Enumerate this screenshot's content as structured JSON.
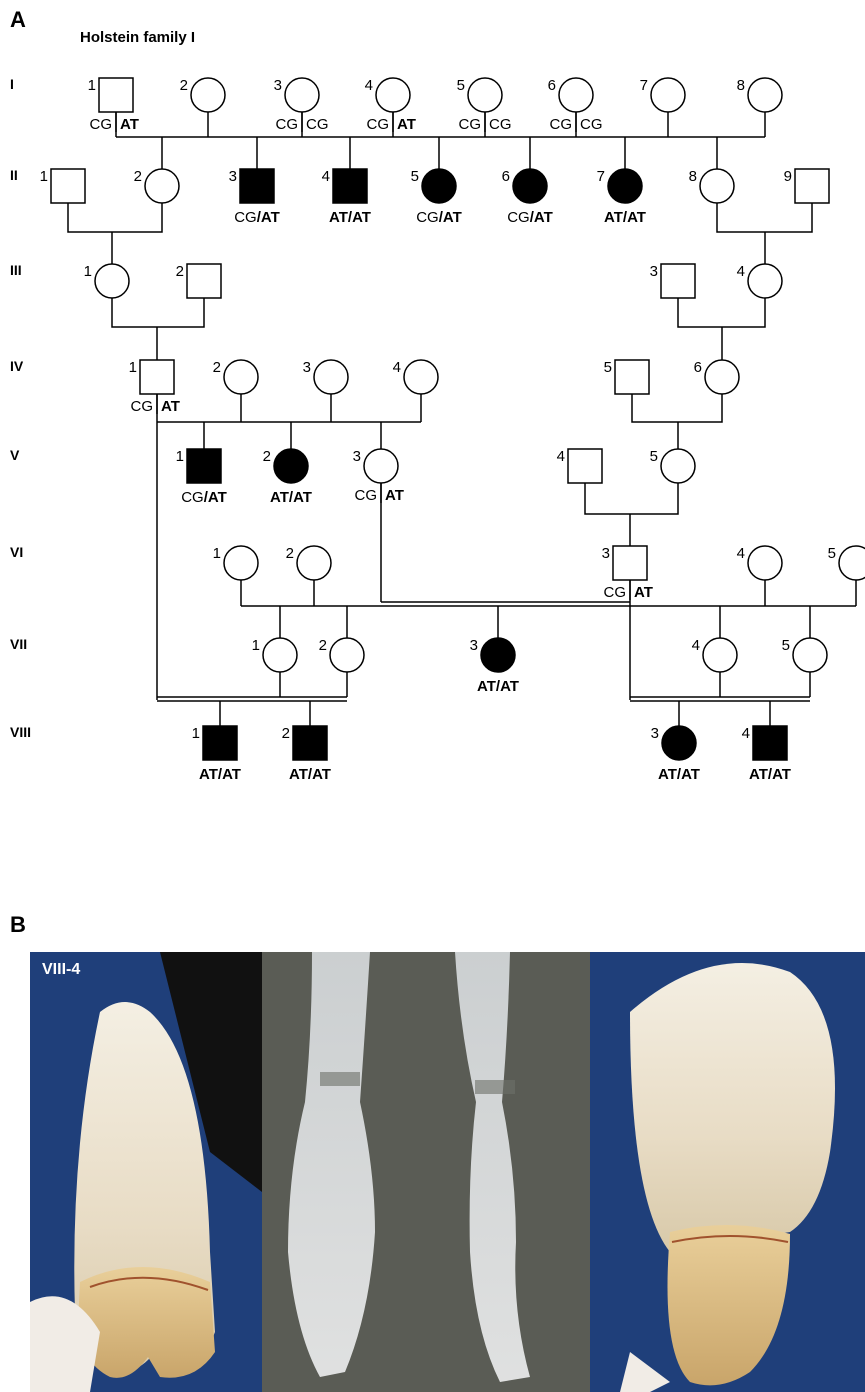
{
  "panel_a": {
    "label": "A",
    "title": "Holstein family I",
    "generations": [
      "I",
      "II",
      "III",
      "IV",
      "V",
      "VI",
      "VII",
      "VIII"
    ],
    "individuals": [
      {
        "id": "I-1",
        "gen": "I",
        "num": "1",
        "sex": "male",
        "affected": false,
        "geno_left": "CG",
        "geno_right": "AT"
      },
      {
        "id": "I-2",
        "gen": "I",
        "num": "2",
        "sex": "female",
        "affected": false
      },
      {
        "id": "I-3",
        "gen": "I",
        "num": "3",
        "sex": "female",
        "affected": false,
        "geno_left": "CG",
        "geno_right": "CG"
      },
      {
        "id": "I-4",
        "gen": "I",
        "num": "4",
        "sex": "female",
        "affected": false,
        "geno_left": "CG",
        "geno_right": "AT"
      },
      {
        "id": "I-5",
        "gen": "I",
        "num": "5",
        "sex": "female",
        "affected": false,
        "geno_left": "CG",
        "geno_right": "CG"
      },
      {
        "id": "I-6",
        "gen": "I",
        "num": "6",
        "sex": "female",
        "affected": false,
        "geno_left": "CG",
        "geno_right": "CG"
      },
      {
        "id": "I-7",
        "gen": "I",
        "num": "7",
        "sex": "female",
        "affected": false
      },
      {
        "id": "I-8",
        "gen": "I",
        "num": "8",
        "sex": "female",
        "affected": false
      },
      {
        "id": "II-1",
        "gen": "II",
        "num": "1",
        "sex": "male",
        "affected": false
      },
      {
        "id": "II-2",
        "gen": "II",
        "num": "2",
        "sex": "female",
        "affected": false
      },
      {
        "id": "II-3",
        "gen": "II",
        "num": "3",
        "sex": "male",
        "affected": true,
        "genotype": "CG/AT"
      },
      {
        "id": "II-4",
        "gen": "II",
        "num": "4",
        "sex": "male",
        "affected": true,
        "genotype": "AT/AT"
      },
      {
        "id": "II-5",
        "gen": "II",
        "num": "5",
        "sex": "female",
        "affected": true,
        "genotype": "CG/AT"
      },
      {
        "id": "II-6",
        "gen": "II",
        "num": "6",
        "sex": "female",
        "affected": true,
        "genotype": "CG/AT"
      },
      {
        "id": "II-7",
        "gen": "II",
        "num": "7",
        "sex": "female",
        "affected": true,
        "genotype": "AT/AT"
      },
      {
        "id": "II-8",
        "gen": "II",
        "num": "8",
        "sex": "female",
        "affected": false
      },
      {
        "id": "II-9",
        "gen": "II",
        "num": "9",
        "sex": "male",
        "affected": false
      },
      {
        "id": "III-1",
        "gen": "III",
        "num": "1",
        "sex": "female",
        "affected": false
      },
      {
        "id": "III-2",
        "gen": "III",
        "num": "2",
        "sex": "male",
        "affected": false
      },
      {
        "id": "III-3",
        "gen": "III",
        "num": "3",
        "sex": "male",
        "affected": false
      },
      {
        "id": "III-4",
        "gen": "III",
        "num": "4",
        "sex": "female",
        "affected": false
      },
      {
        "id": "IV-1",
        "gen": "IV",
        "num": "1",
        "sex": "male",
        "affected": false,
        "geno_left": "CG",
        "geno_right": "AT"
      },
      {
        "id": "IV-2",
        "gen": "IV",
        "num": "2",
        "sex": "female",
        "affected": false
      },
      {
        "id": "IV-3",
        "gen": "IV",
        "num": "3",
        "sex": "female",
        "affected": false
      },
      {
        "id": "IV-4",
        "gen": "IV",
        "num": "4",
        "sex": "female",
        "affected": false
      },
      {
        "id": "IV-5",
        "gen": "IV",
        "num": "5",
        "sex": "male",
        "affected": false
      },
      {
        "id": "IV-6",
        "gen": "IV",
        "num": "6",
        "sex": "female",
        "affected": false
      },
      {
        "id": "V-1",
        "gen": "V",
        "num": "1",
        "sex": "male",
        "affected": true,
        "genotype": "CG/AT"
      },
      {
        "id": "V-2",
        "gen": "V",
        "num": "2",
        "sex": "female",
        "affected": true,
        "genotype": "AT/AT"
      },
      {
        "id": "V-3",
        "gen": "V",
        "num": "3",
        "sex": "female",
        "affected": false,
        "geno_left": "CG",
        "geno_right": "AT"
      },
      {
        "id": "V-4",
        "gen": "V",
        "num": "4",
        "sex": "male",
        "affected": false
      },
      {
        "id": "V-5",
        "gen": "V",
        "num": "5",
        "sex": "female",
        "affected": false
      },
      {
        "id": "VI-1",
        "gen": "VI",
        "num": "1",
        "sex": "female",
        "affected": false
      },
      {
        "id": "VI-2",
        "gen": "VI",
        "num": "2",
        "sex": "female",
        "affected": false
      },
      {
        "id": "VI-3",
        "gen": "VI",
        "num": "3",
        "sex": "male",
        "affected": false,
        "geno_left": "CG",
        "geno_right": "AT"
      },
      {
        "id": "VI-4",
        "gen": "VI",
        "num": "4",
        "sex": "female",
        "affected": false
      },
      {
        "id": "VI-5",
        "gen": "VI",
        "num": "5",
        "sex": "female",
        "affected": false
      },
      {
        "id": "VII-1",
        "gen": "VII",
        "num": "1",
        "sex": "female",
        "affected": false
      },
      {
        "id": "VII-2",
        "gen": "VII",
        "num": "2",
        "sex": "female",
        "affected": false
      },
      {
        "id": "VII-3",
        "gen": "VII",
        "num": "3",
        "sex": "female",
        "affected": true,
        "genotype": "AT/AT"
      },
      {
        "id": "VII-4",
        "gen": "VII",
        "num": "4",
        "sex": "female",
        "affected": false
      },
      {
        "id": "VII-5",
        "gen": "VII",
        "num": "5",
        "sex": "female",
        "affected": false
      },
      {
        "id": "VIII-1",
        "gen": "VIII",
        "num": "1",
        "sex": "male",
        "affected": true,
        "genotype": "AT/AT"
      },
      {
        "id": "VIII-2",
        "gen": "VIII",
        "num": "2",
        "sex": "male",
        "affected": true,
        "genotype": "AT/AT"
      },
      {
        "id": "VIII-3",
        "gen": "VIII",
        "num": "3",
        "sex": "female",
        "affected": true,
        "genotype": "AT/AT"
      },
      {
        "id": "VIII-4",
        "gen": "VIII",
        "num": "4",
        "sex": "male",
        "affected": true,
        "genotype": "AT/AT"
      }
    ]
  },
  "panel_b": {
    "label": "B",
    "photo_label": "VIII-4"
  },
  "colors": {
    "affected": "#000000",
    "unaffected": "#ffffff",
    "line": "#000000",
    "photo_background": "#1f3f7a"
  }
}
